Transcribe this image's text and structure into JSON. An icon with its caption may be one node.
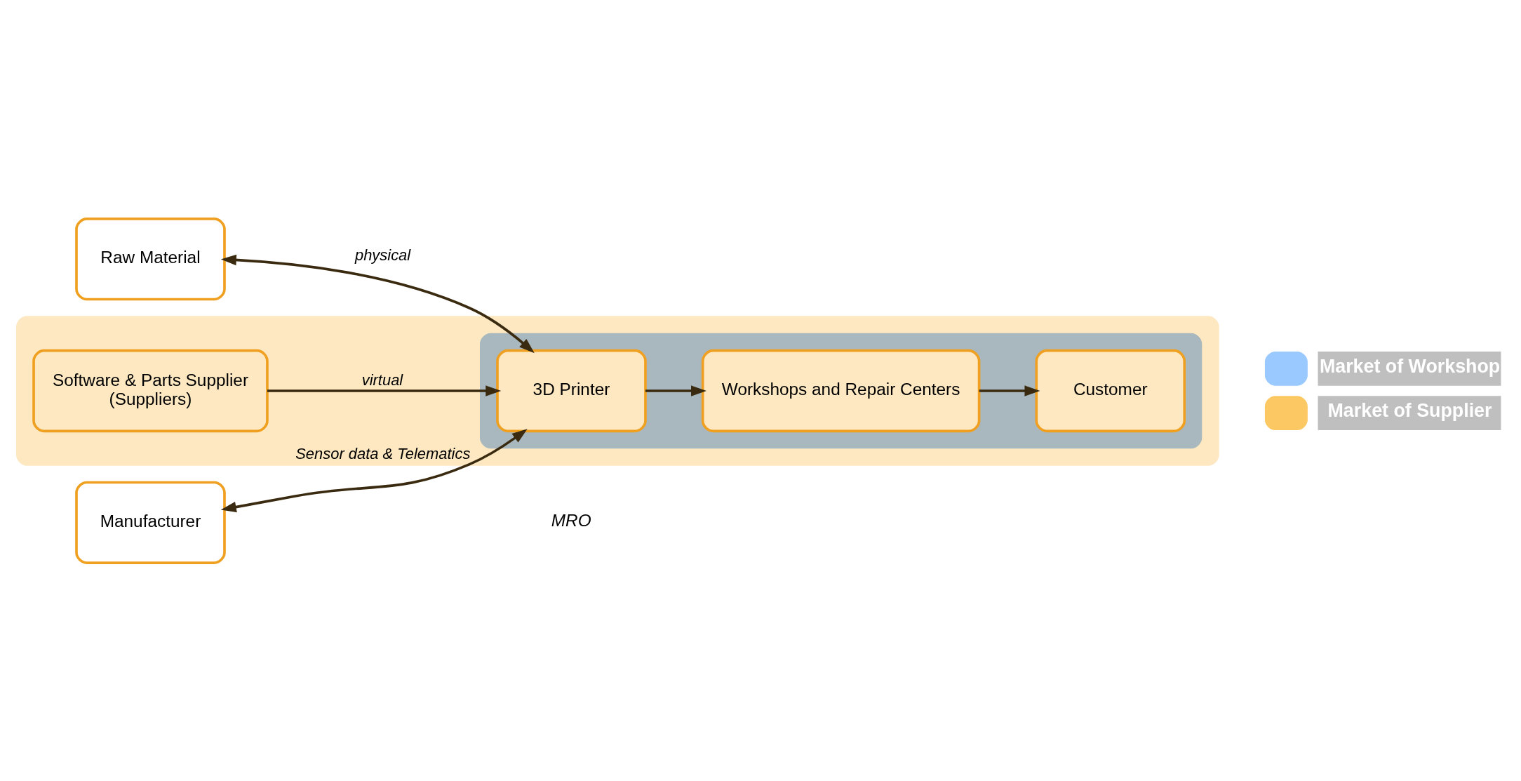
{
  "diagram": {
    "nodes": [
      {
        "text": [
          "Raw Material"
        ]
      },
      {
        "text": [],
        "shape": "band"
      },
      {
        "text": [
          "Software & Parts Supplier",
          "(Suppliers)"
        ],
        "in": 1
      },
      {
        "text": [],
        "shape": "band",
        "in": 1
      },
      {
        "text": [
          "3D Printer"
        ],
        "in": 3
      },
      {
        "text": [
          "Workshops and Repair Centers"
        ],
        "in": 3
      },
      {
        "text": [
          "Customer"
        ],
        "in": 3
      },
      {
        "text": [
          "Manufacturer"
        ]
      }
    ],
    "edges": [
      {
        "from": 0,
        "to": 4,
        "arrow": "both",
        "label": "physical"
      },
      {
        "from": 2,
        "to": 4,
        "arrow": "to",
        "label": "virtual"
      },
      {
        "from": 4,
        "to": 5,
        "arrow": "to"
      },
      {
        "from": 5,
        "to": 6,
        "arrow": "to"
      },
      {
        "from": 7,
        "to": 4,
        "arrow": "both",
        "label": "Sensor data & Telematics"
      }
    ],
    "labels": [
      "MRO"
    ],
    "legend": [
      {
        "text": "Market of Workshop",
        "color": "#99c9ff"
      },
      {
        "text": "Market of Supplier",
        "color": "#fcc864"
      }
    ]
  }
}
